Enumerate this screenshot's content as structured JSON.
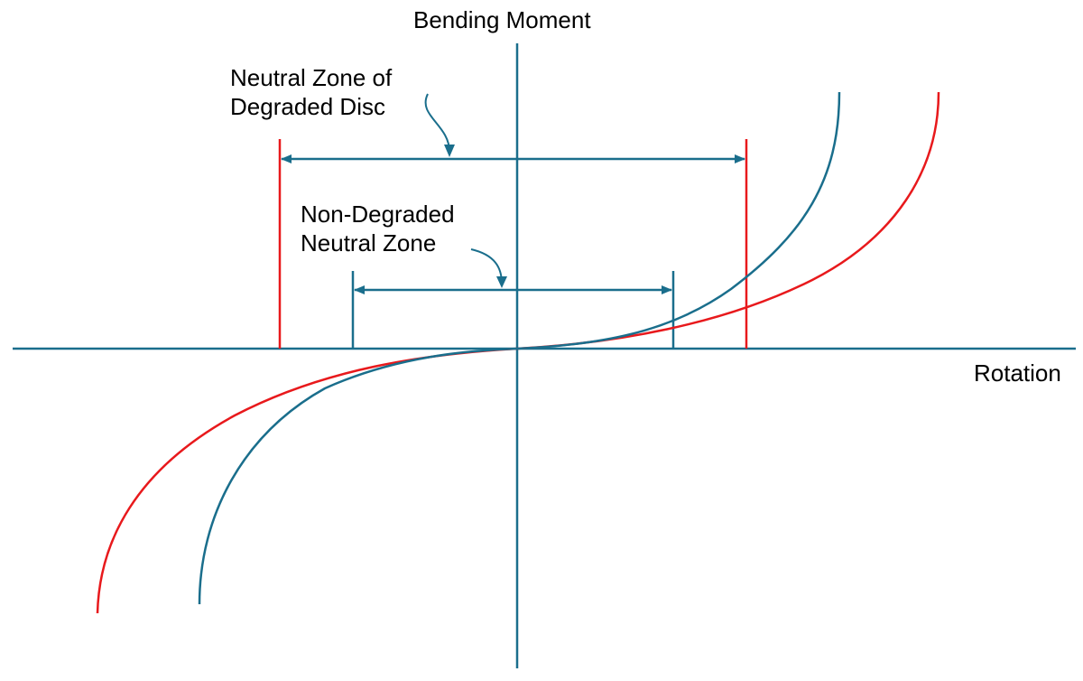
{
  "labels": {
    "y_axis": "Bending Moment",
    "x_axis": "Rotation",
    "degraded_zone": [
      "Neutral Zone of",
      "Degraded Disc"
    ],
    "nondegraded_zone": [
      "Non-Degraded",
      "Neutral Zone"
    ]
  },
  "colors": {
    "axis": "#1a6e8c",
    "non_degraded_curve": "#1a6e8c",
    "degraded_curve": "#e8191c",
    "text": "#000000"
  },
  "diagram": {
    "description_free": true,
    "curves": [
      {
        "id": "non-degraded",
        "relative_stiffness": "higher"
      },
      {
        "id": "degraded",
        "relative_stiffness": "lower"
      }
    ],
    "neutral_zones": [
      {
        "id": "degraded",
        "relative_width": "wider"
      },
      {
        "id": "non-degraded",
        "relative_width": "narrower"
      }
    ]
  }
}
